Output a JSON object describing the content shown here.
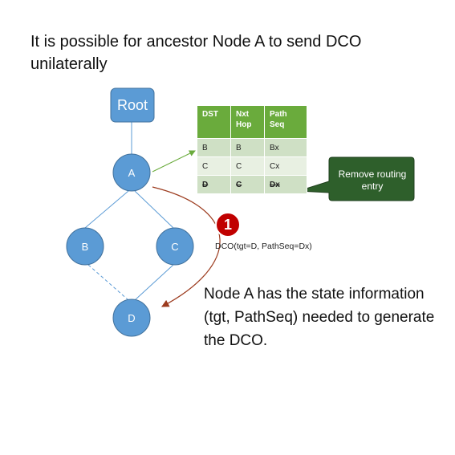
{
  "title": "It is possible for ancestor Node A to send DCO unilaterally",
  "nodes": {
    "root": "Root",
    "a": "A",
    "b": "B",
    "c": "C",
    "d": "D"
  },
  "routing_table": {
    "headers": [
      "DST",
      "Nxt Hop",
      "Path Seq"
    ],
    "rows": [
      [
        "B",
        "B",
        "Bx"
      ],
      [
        "C",
        "C",
        "Cx"
      ],
      [
        "D",
        "C",
        "Dx"
      ]
    ]
  },
  "callout": "Remove routing entry",
  "step_badge": "1",
  "dco_message": "DCO(tgt=D, PathSeq=Dx)",
  "explanation": "Node A has the state information (tgt, PathSeq) needed to generate the DCO.",
  "colors": {
    "node_fill": "#5b9bd5",
    "node_stroke": "#41719c",
    "table_header": "#6aab3c",
    "callout_fill": "#2e5f2b",
    "badge_fill": "#c00000",
    "dco_arrow": "#9c3b1e",
    "table_arrow": "#6aab3c"
  }
}
